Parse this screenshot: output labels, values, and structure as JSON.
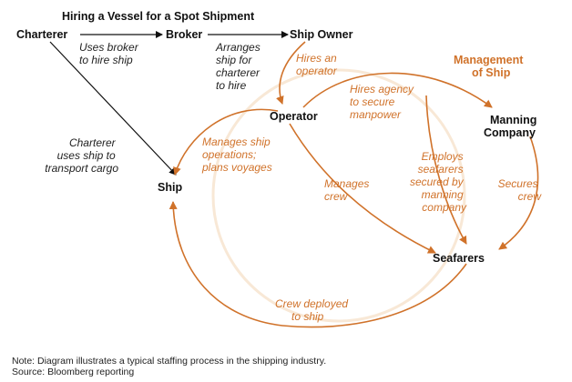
{
  "title": "Hiring a Vessel for a Spot Shipment",
  "nodes": {
    "charterer": "Charterer",
    "broker": "Broker",
    "ship_owner": "Ship Owner",
    "operator": "Operator",
    "manning_company_1": "Manning",
    "manning_company_2": "Company",
    "ship": "Ship",
    "seafarers": "Seafarers"
  },
  "group_label": {
    "line1": "Management",
    "line2": "of Ship"
  },
  "edges": {
    "uses_broker": [
      "Uses broker",
      "to hire ship"
    ],
    "arranges_ship": [
      "Arranges",
      "ship for",
      "charterer",
      "to hire"
    ],
    "charterer_uses_ship": [
      "Charterer",
      "uses ship to",
      "transport cargo"
    ],
    "hires_operator": [
      "Hires an",
      "operator"
    ],
    "hires_agency": [
      "Hires agency",
      "to secure",
      "manpower"
    ],
    "manages_ship": [
      "Manages ship",
      "operations;",
      "plans voyages"
    ],
    "manages_crew": [
      "Manages",
      "crew"
    ],
    "employs_seafarers": [
      "Employs",
      "seafarers",
      "secured by",
      "manning",
      "company"
    ],
    "secures_crew": [
      "Secures",
      "crew"
    ],
    "crew_deployed": [
      "Crew deployed",
      "to ship"
    ]
  },
  "footer": {
    "note": "Note: Diagram illustrates a typical staffing process in the shipping industry.",
    "source": "Source: Bloomberg reporting"
  },
  "colors": {
    "black": "#111111",
    "orange": "#d0722a",
    "cream": "#f8e8d6"
  }
}
